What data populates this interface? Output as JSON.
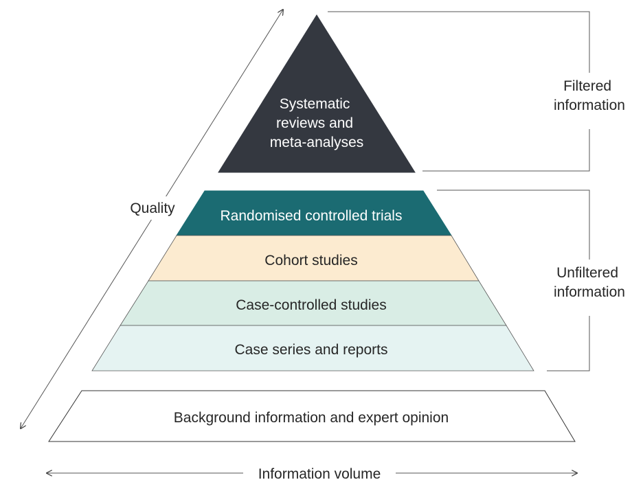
{
  "tiers": {
    "systematic": {
      "lines": [
        "Systematic",
        "reviews and",
        "meta-analyses"
      ],
      "color": "#343840"
    },
    "rct": {
      "label": "Randomised controlled trials",
      "color": "#1b6b72"
    },
    "cohort": {
      "label": "Cohort studies",
      "color": "#fcebd0"
    },
    "case_controlled": {
      "label": "Case-controlled studies",
      "color": "#d9ede5"
    },
    "case_series": {
      "label": "Case series and reports",
      "color": "#e5f3f2"
    },
    "background": {
      "label": "Background information and expert opinion",
      "color": "#ffffff"
    }
  },
  "brackets": {
    "filtered": {
      "lines": [
        "Filtered",
        "information"
      ]
    },
    "unfiltered": {
      "lines": [
        "Unfiltered",
        "information"
      ]
    }
  },
  "axes": {
    "quality": "Quality",
    "volume": "Information volume"
  }
}
